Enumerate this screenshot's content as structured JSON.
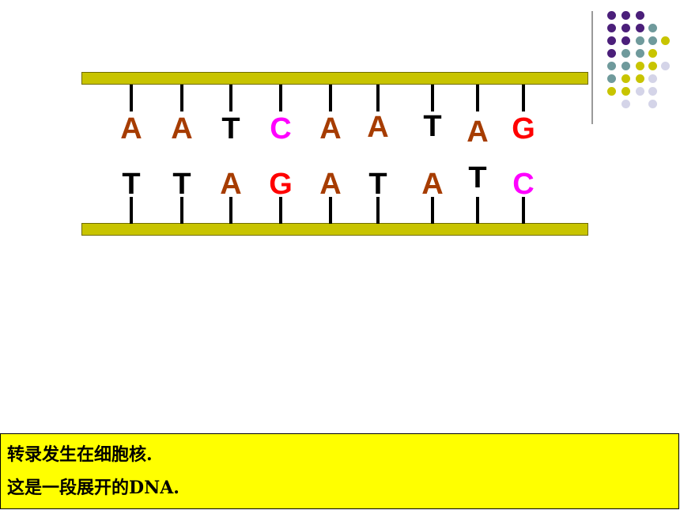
{
  "decor": {
    "dot_colors": {
      "purple": "#4b1f7a",
      "teal": "#6f9a9c",
      "olive": "#c8c400",
      "lavender": "#d4d4e8"
    },
    "strand_color": "#c8c400"
  },
  "base_colors": {
    "A": "#a63c00",
    "T": "#000000",
    "C": "#ff00ff",
    "G": "#ff0000"
  },
  "dna": {
    "top_strand": [
      "A",
      "A",
      "T",
      "C",
      "A",
      "A",
      "T",
      "A",
      "G"
    ],
    "bottom_strand": [
      "T",
      "T",
      "A",
      "G",
      "A",
      "T",
      "A",
      "T",
      "C"
    ]
  },
  "caption": {
    "line1": "转录发生在细胞核.",
    "line2": "这是一段展开的DNA."
  }
}
